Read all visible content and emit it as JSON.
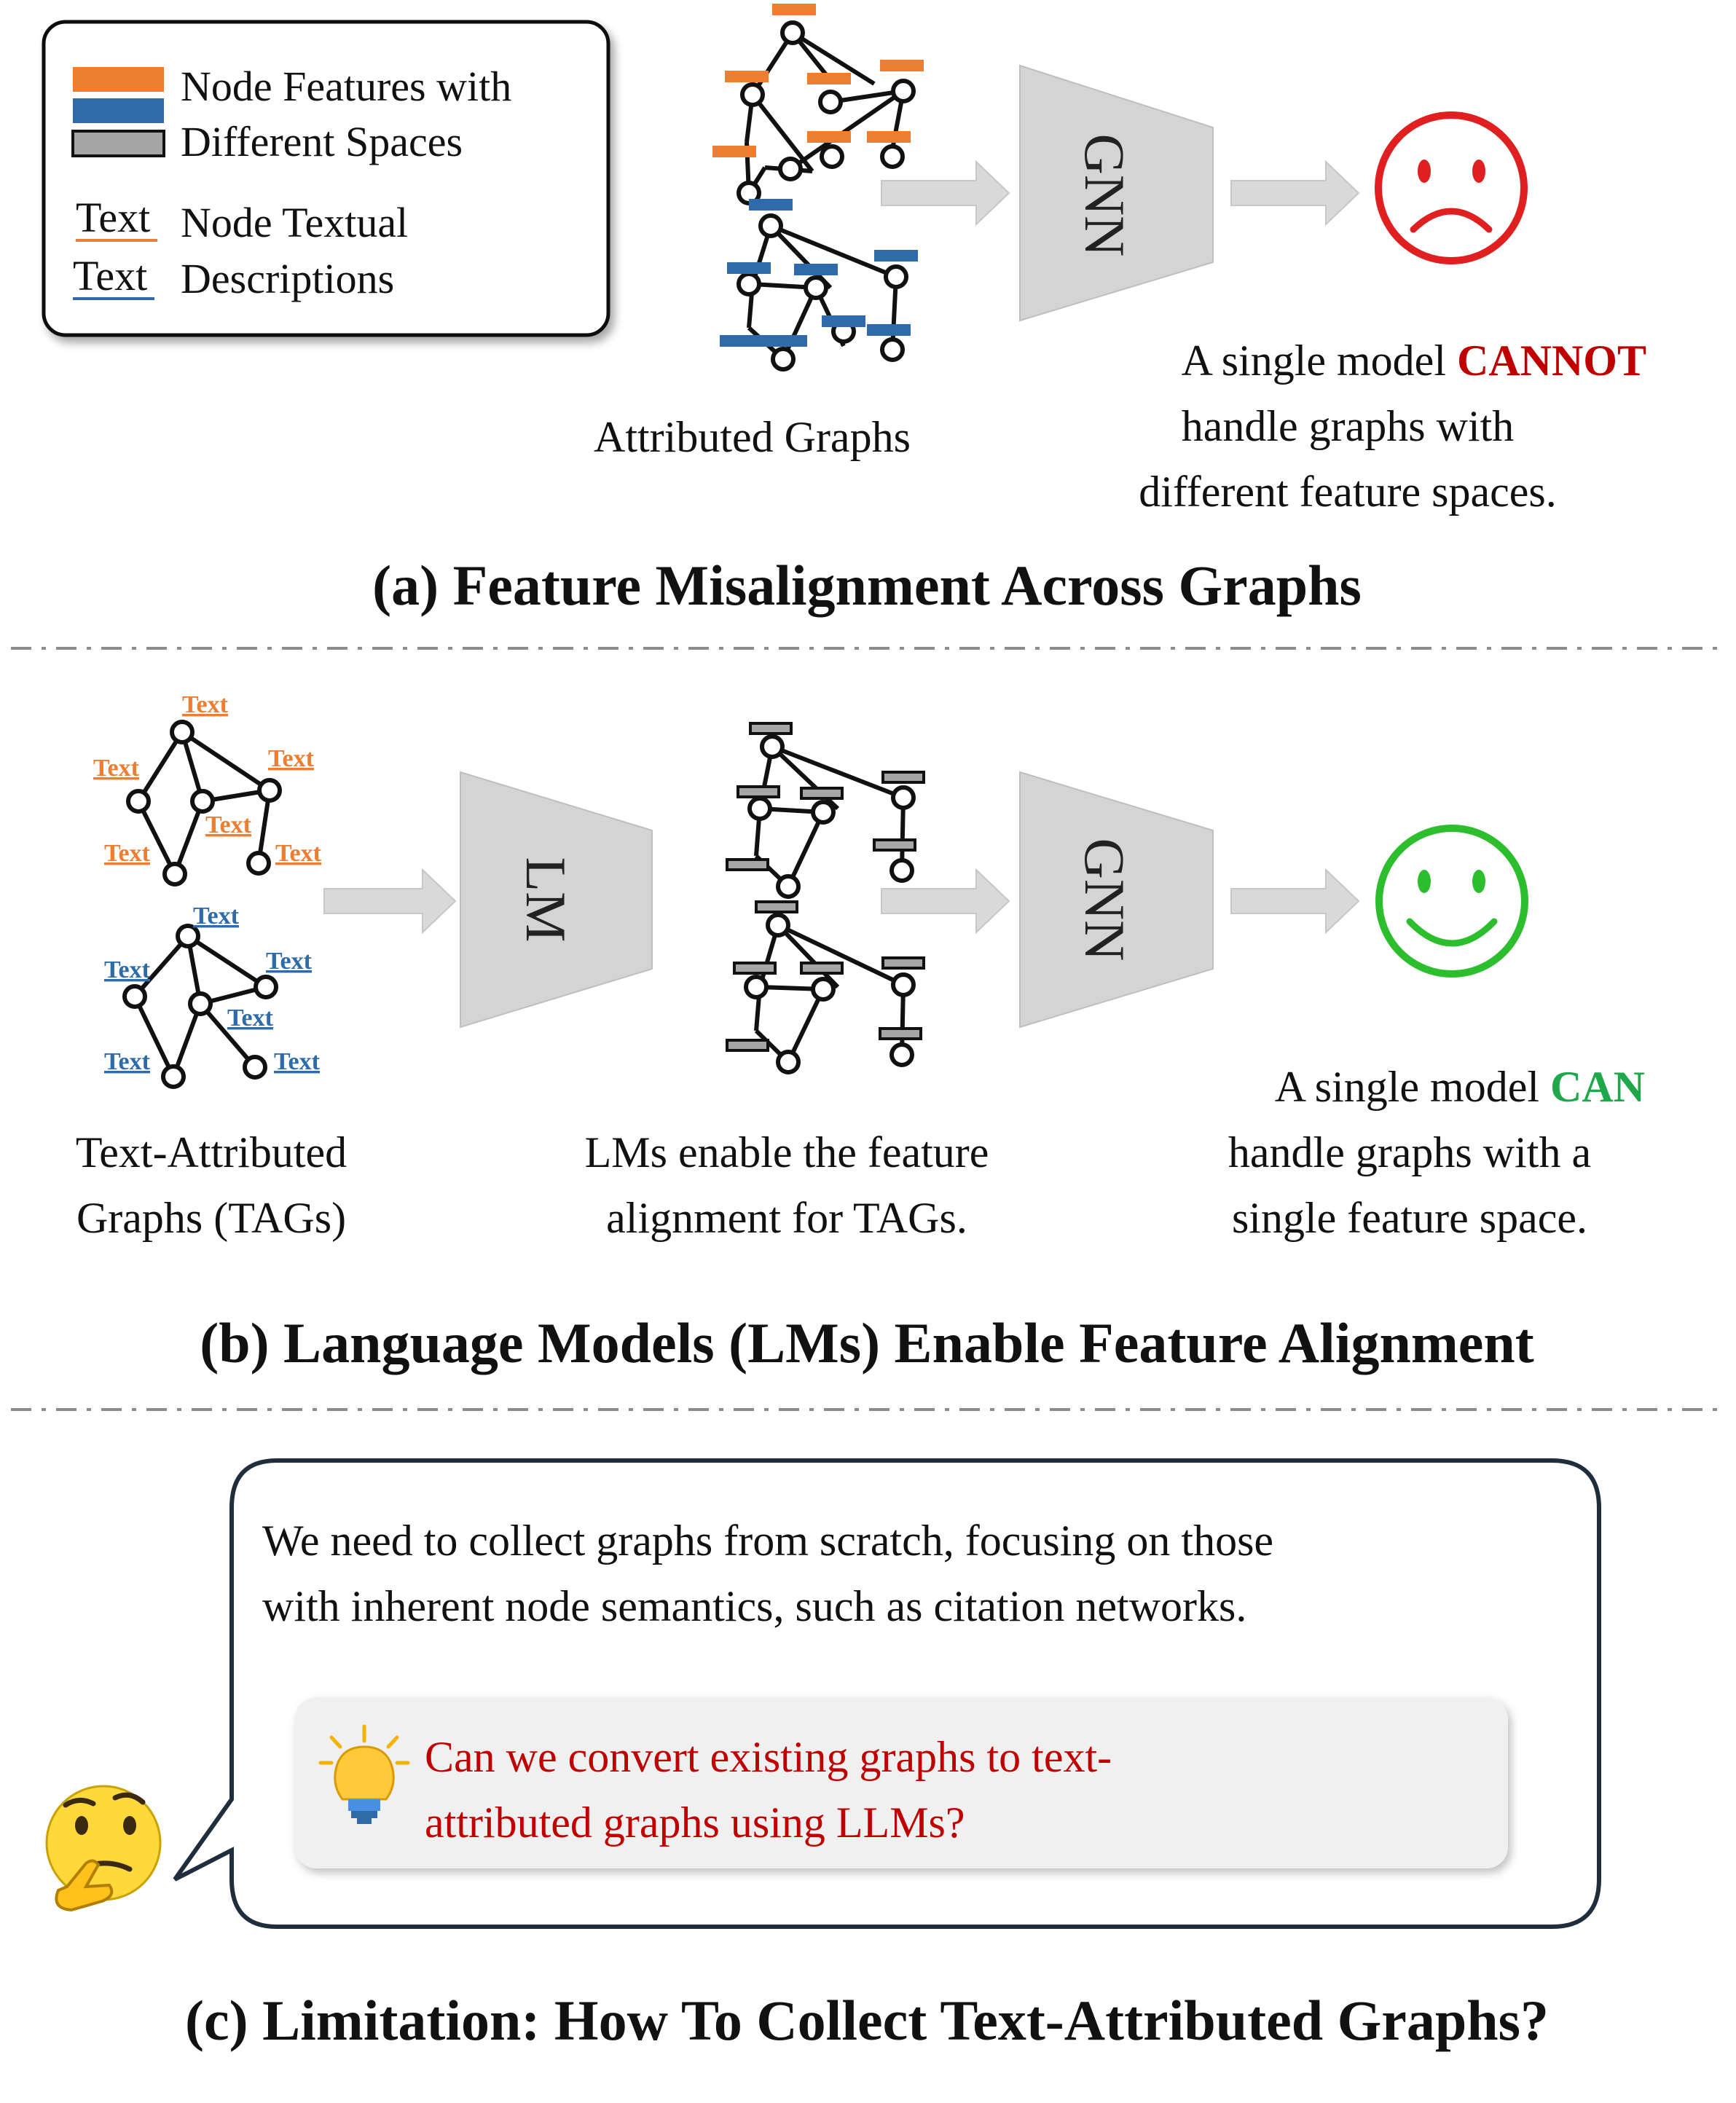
{
  "colors": {
    "orange": "#ED7D31",
    "blue": "#2E6BA8",
    "gray": "#A6A6A6",
    "sad_red": "#E02020",
    "happy_green": "#2DBE2D",
    "cannot_red": "#C00000",
    "can_green": "#1FA84A",
    "question_red": "#C00000"
  },
  "legend": {
    "line1": "Node Features with",
    "line2": "Different Spaces",
    "text_sample": "Text",
    "line3": "Node Textual",
    "line4": "Descriptions"
  },
  "panel_a": {
    "graphs_label": "Attributed Graphs",
    "model_label": "GNN",
    "result_line1_prefix": "A single model ",
    "result_line1_emph": "CANNOT",
    "result_line2": "handle graphs with",
    "result_line3": "different feature spaces.",
    "caption": "(a) Feature Misalignment Across Graphs",
    "face_icon": "sad-face-icon"
  },
  "panel_b": {
    "node_text": "Text",
    "tag_label_line1": "Text-Attributed",
    "tag_label_line2": "Graphs (TAGs)",
    "lm_label": "LM",
    "lm_desc_line1": "LMs enable the feature",
    "lm_desc_line2": "alignment for TAGs.",
    "model_label": "GNN",
    "result_line1_prefix": "A single model ",
    "result_line1_emph": "CAN",
    "result_line2": "handle graphs with a",
    "result_line3": "single feature space.",
    "caption": "(b) Language Models (LMs) Enable Feature Alignment",
    "face_icon": "happy-face-icon"
  },
  "panel_c": {
    "bubble_line1": "We need to collect graphs from scratch, focusing on those",
    "bubble_line2": "with inherent node semantics, such as citation networks.",
    "question_line1": "Can we convert existing graphs to text-",
    "question_line2": "attributed graphs using LLMs?",
    "caption": "(c) Limitation: How To Collect Text-Attributed Graphs?",
    "bulb_icon": "lightbulb-icon",
    "thinking_icon": "thinking-face-icon"
  }
}
